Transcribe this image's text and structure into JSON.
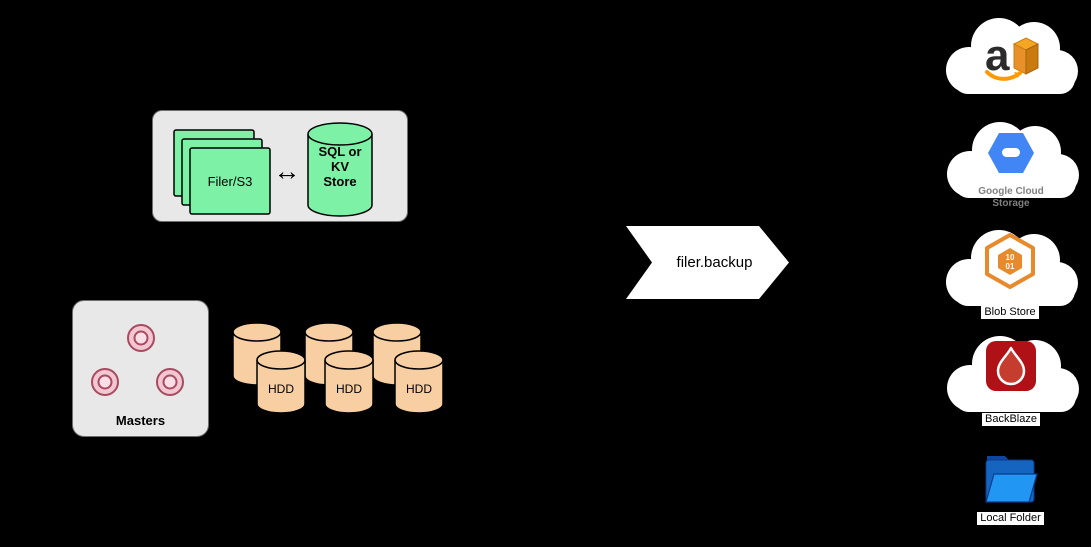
{
  "filer_group": {
    "filer_label": "Filer/S3",
    "link_arrow": "↔",
    "store_label": "SQL or\nKV\nStore"
  },
  "masters": {
    "label": "Masters"
  },
  "volume_servers": {
    "hdd_labels": [
      "HDD",
      "HDD",
      "HDD"
    ]
  },
  "backup_flow": {
    "label": "filer.backup"
  },
  "destinations": [
    {
      "id": "amazon-s3",
      "icon": "amazon-aws-icon",
      "icon_letter": "a",
      "label": ""
    },
    {
      "id": "google-cloud-storage",
      "icon": "google-cloud-icon",
      "label": "Google Cloud\nStorage"
    },
    {
      "id": "blob-store",
      "icon": "blob-store-hexagon-icon",
      "icon_digits": [
        "10",
        "01"
      ],
      "label": "Blob Store"
    },
    {
      "id": "backblaze",
      "icon": "backblaze-flame-icon",
      "label": "BackBlaze"
    },
    {
      "id": "local-folder",
      "icon": "folder-icon",
      "label": "Local Folder"
    }
  ],
  "colors": {
    "background": "#000000",
    "panel_gray": "#E8E8E8",
    "filer_green": "#7DF2A6",
    "hdd_tan": "#F8CFA2",
    "master_pink": "#F3C7D2",
    "aws_orange": "#FF9900",
    "google_blue": "#4285F4",
    "blob_orange": "#E8892C",
    "backblaze_red": "#AF1117",
    "folder_blue": "#2196F3",
    "cloud_white": "#FFFFFF"
  }
}
